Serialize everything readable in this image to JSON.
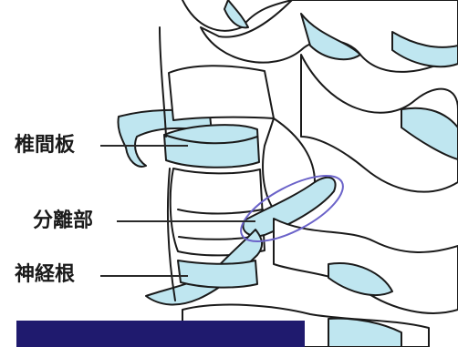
{
  "labels": {
    "disc": "椎間板",
    "pars": "分離部",
    "root": "神経根"
  },
  "caption": {
    "text": "",
    "background": "#1f1a6e"
  },
  "colors": {
    "bone_fill": "#ffffff",
    "highlight_fill": "#bfe6f0",
    "outline": "#1a1a1a",
    "pars_ring": "#6b63c9"
  }
}
